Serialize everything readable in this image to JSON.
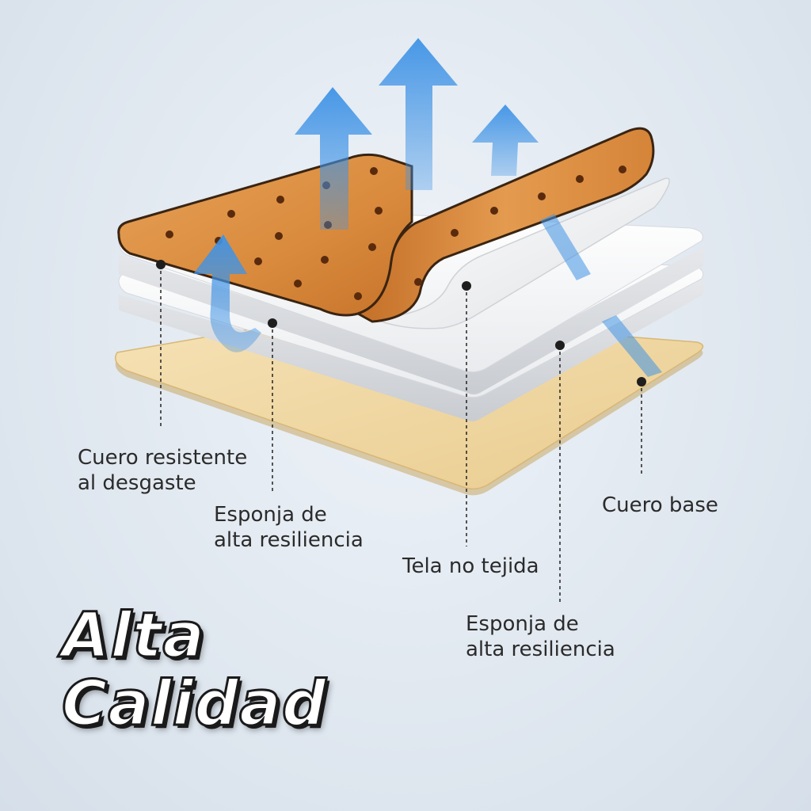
{
  "labels": {
    "top_leather": [
      "Cuero resistente",
      "al desgaste"
    ],
    "sponge_upper": [
      "Esponja de",
      "alta resiliencia"
    ],
    "non_woven": "Tela no tejida",
    "sponge_lower": [
      "Esponja de",
      "alta resiliencia"
    ],
    "base_leather": "Cuero base"
  },
  "headline": [
    "Alta",
    "Calidad"
  ],
  "colors": {
    "leather": "#d98a3c",
    "leather_dark": "#a55a1c",
    "foam": "#f4f5f6",
    "base": "#f1d9a6",
    "arrow": "#3f93e6",
    "background": "#e3e9f0"
  }
}
